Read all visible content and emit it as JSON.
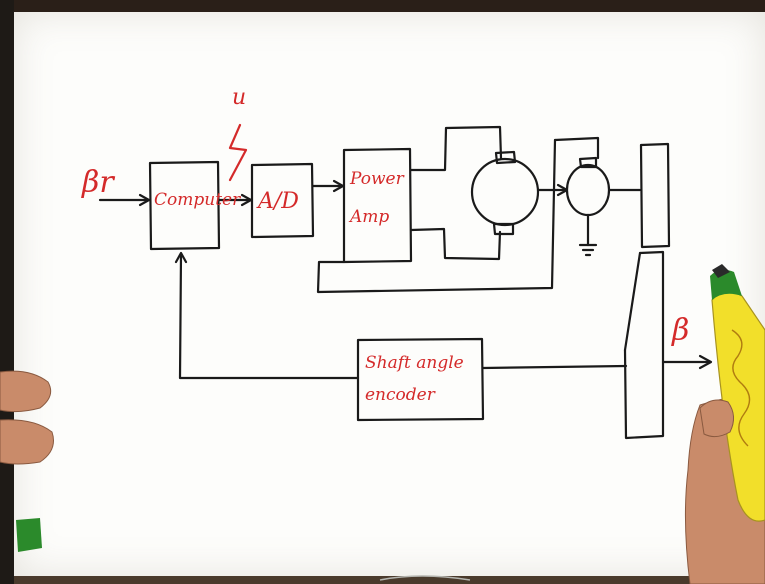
{
  "diagram": {
    "input_label": "βr",
    "disturbance_label": "u",
    "computer_label": "Computer",
    "ad_label": "A/D",
    "power_amp_label_1": "Power",
    "power_amp_label_2": "Amp",
    "encoder_label_1": "Shaft angle",
    "encoder_label_2": "encoder",
    "output_label": "β"
  },
  "colors": {
    "paper": "#fdfdfb",
    "ink": "#1a1a1a",
    "red_ink": "#d42a2a",
    "marker_body": "#f2df2a",
    "marker_cap": "#2b8a2b"
  }
}
